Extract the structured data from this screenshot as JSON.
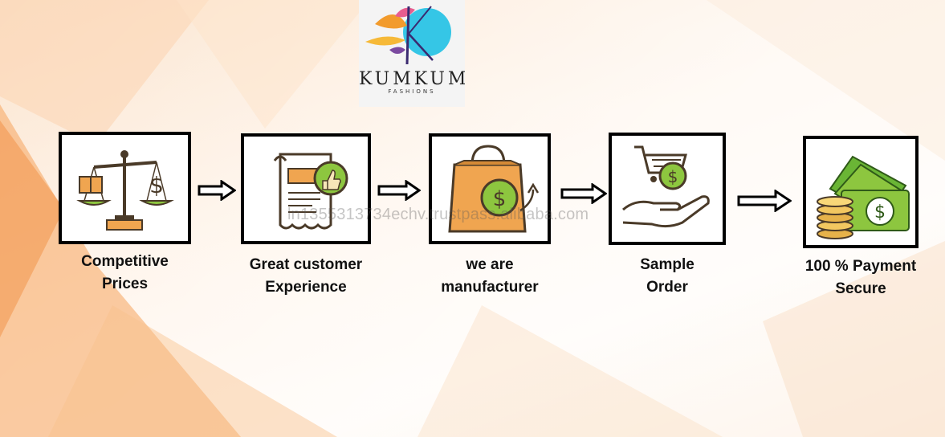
{
  "logo": {
    "brand": "KUMKUM",
    "sub": "FASHIONS"
  },
  "steps": [
    {
      "line1": "Competitive",
      "line2": "Prices",
      "icon": "balance-scale-icon"
    },
    {
      "line1": "Great customer",
      "line2": "Experience",
      "icon": "receipt-thumbs-up-icon"
    },
    {
      "line1": "we are",
      "line2": "manufacturer",
      "icon": "shopping-bag-dollar-icon"
    },
    {
      "line1": "Sample",
      "line2": "Order",
      "icon": "hand-cart-dollar-icon"
    },
    {
      "line1": "100 % Payment",
      "line2": "Secure",
      "icon": "money-coins-icon"
    }
  ],
  "watermark": "ln1355313734echv.trustpass.alibaba.com",
  "colors": {
    "green": "#8dc63f",
    "orange": "#f0a550",
    "dark": "#4a3a28",
    "border": "#000000"
  }
}
